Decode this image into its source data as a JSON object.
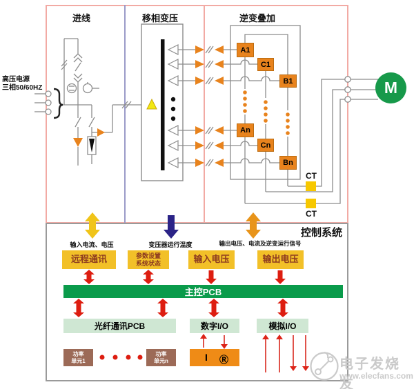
{
  "colors": {
    "section_border_pink": "#f2aaa4",
    "divider_blue": "#9a9ac8",
    "control_border_gray": "#9a9a9a",
    "wire_gray": "#8c8c8c",
    "cell_orange": "#e8831d",
    "ct_yellow": "#f7c800",
    "motor_green": "#17994a",
    "function_box_yellow": "#f2c028",
    "function_text_red": "#8d3b20",
    "pcb_green": "#0a9b4b",
    "io_box_green": "#cfe7d3",
    "power_unit_brown": "#9c6a57",
    "io_box_orange": "#ef8b16",
    "arrow_red": "#dd1d10",
    "arrow_yellow": "#f0c419",
    "arrow_navy": "#2b2387",
    "arrow_orange": "#e8941a",
    "delta_yellow": "#f2e813",
    "watermark_gray": "#cacaca"
  },
  "sections": {
    "incoming": {
      "title": "进线"
    },
    "transformer": {
      "title": "移相变压"
    },
    "inverter": {
      "title": "逆变叠加"
    },
    "control": {
      "title": "控制系统"
    }
  },
  "source": {
    "line1": "高压电源",
    "line2": "三相50/60HZ"
  },
  "inverter": {
    "cells": [
      {
        "label": "A1"
      },
      {
        "label": "C1"
      },
      {
        "label": "B1"
      },
      {
        "label": "An"
      },
      {
        "label": "Cn"
      },
      {
        "label": "Bn"
      }
    ],
    "ct_top_label": "CT",
    "ct_bottom_label": "CT"
  },
  "motor": {
    "label": "M"
  },
  "control": {
    "signal_captions": [
      {
        "label": "输入电流、电压"
      },
      {
        "label": "变压器运行温度"
      },
      {
        "label": "输出电压、电流及逆变运行信号"
      }
    ],
    "function_boxes": [
      {
        "label": "远程通讯"
      },
      {
        "line1": "参数设置",
        "line2": "系统状态"
      },
      {
        "label": "输入电压"
      },
      {
        "label": "输出电压"
      }
    ],
    "main_pcb_label": "主控PCB",
    "io_boxes": [
      {
        "label": "光纤通讯PCB"
      },
      {
        "label": "数字I/O"
      },
      {
        "label": "模拟I/O"
      }
    ],
    "power_units": [
      {
        "line1": "功率",
        "line2": "单元1"
      },
      {
        "line1": "功率",
        "line2": "单元n"
      }
    ],
    "digital_io_terminals": {
      "input_label": "I",
      "relay_label": "Ⓡ"
    }
  },
  "watermark": {
    "brand": "电子发烧友",
    "url": "www.elecfans.com"
  }
}
